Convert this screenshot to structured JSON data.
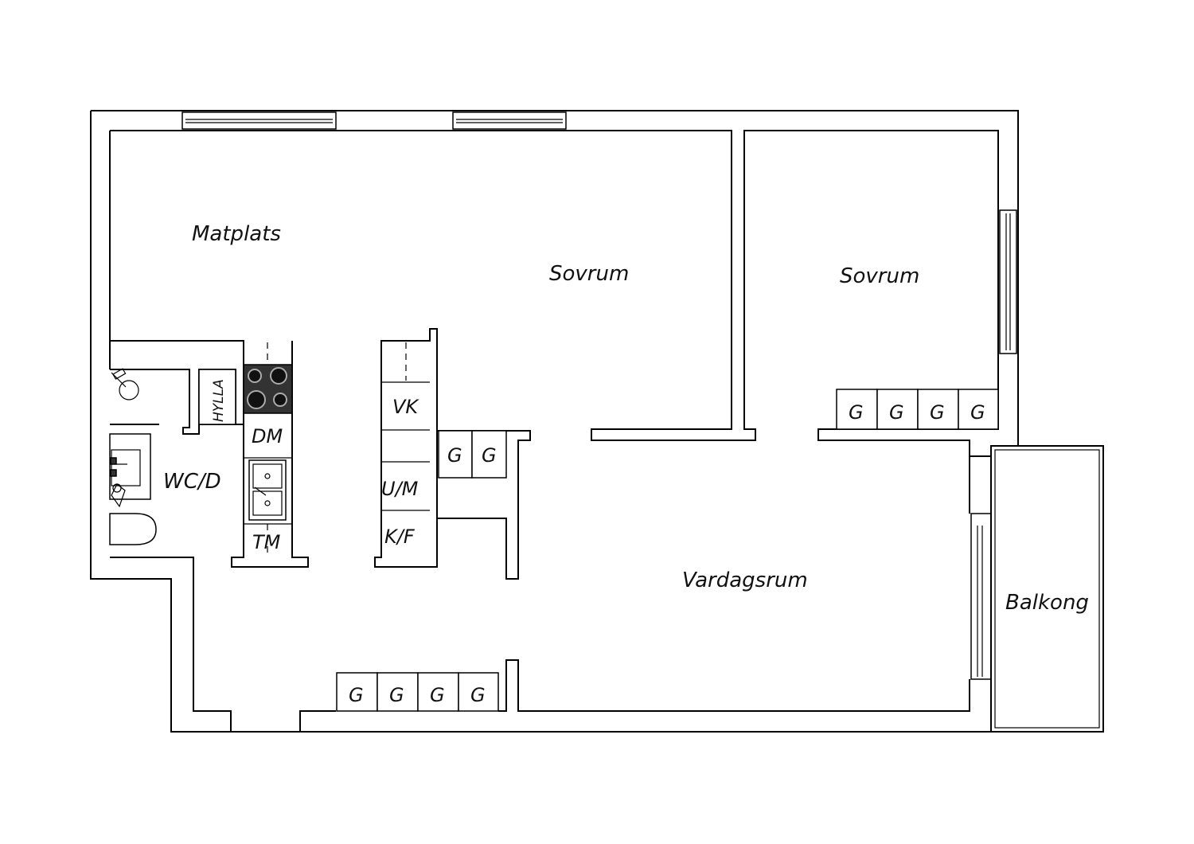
{
  "rooms": {
    "matplats": "Matplats",
    "sovrum_1": "Sovrum",
    "sovrum_2": "Sovrum",
    "wc_d": "WC/D",
    "vardagsrum": "Vardagsrum",
    "balkong": "Balkong"
  },
  "fixtures": {
    "hylla": "HYLLA",
    "dm": "DM",
    "tm": "TM",
    "vk": "VK",
    "um": "U/M",
    "kf": "K/F",
    "wardrobe": "G"
  }
}
